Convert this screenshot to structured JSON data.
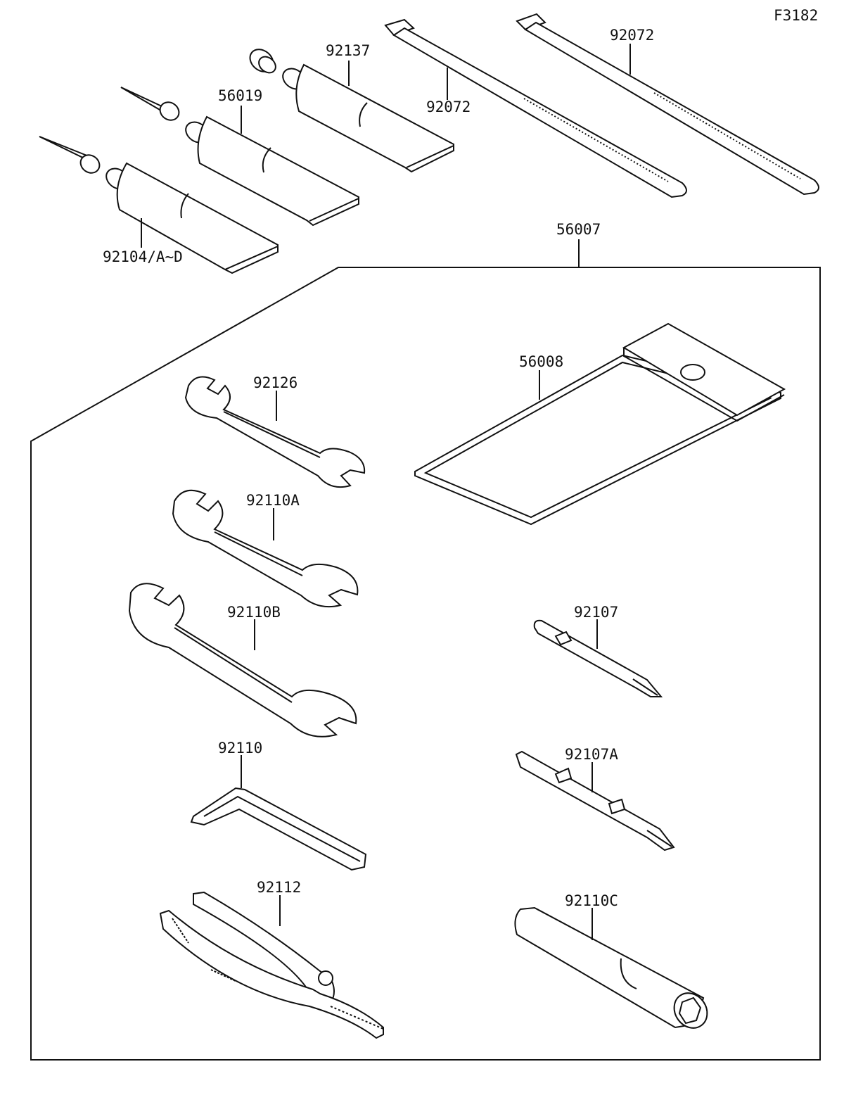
{
  "figure_code": "F3182",
  "parts": {
    "tube_92104": "92104/A~D",
    "tube_56019": "56019",
    "tube_92137": "92137",
    "tie_a": "92072",
    "tie_b": "92072",
    "kit": "56007",
    "pouch": "56008",
    "wrench_small": "92126",
    "wrench_medium": "92110A",
    "wrench_large": "92110B",
    "hex_key": "92110",
    "pliers": "92112",
    "screwdriver_bit": "92107",
    "screwdriver_handle": "92107A",
    "plug_wrench": "92110C"
  }
}
